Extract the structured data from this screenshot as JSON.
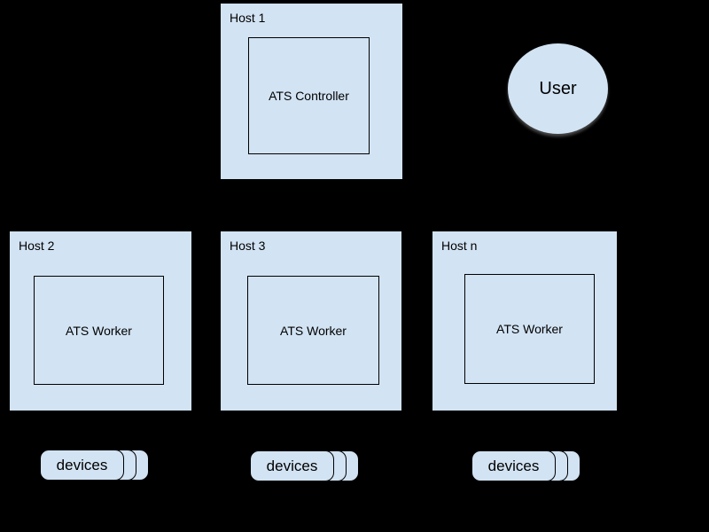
{
  "diagram": {
    "background_color": "#000000",
    "shape_fill_color": "#d2e3f3",
    "shape_border_color": "#000000",
    "text_color": "#000000"
  },
  "hosts": [
    {
      "label": "Host 1",
      "component": "ATS Controller"
    },
    {
      "label": "Host 2",
      "component": "ATS Worker"
    },
    {
      "label": "Host 3",
      "component": "ATS Worker"
    },
    {
      "label": "Host n",
      "component": "ATS Worker"
    }
  ],
  "user": {
    "label": "User"
  },
  "device_stacks": [
    {
      "label": "devices"
    },
    {
      "label": "devices"
    },
    {
      "label": "devices"
    }
  ]
}
